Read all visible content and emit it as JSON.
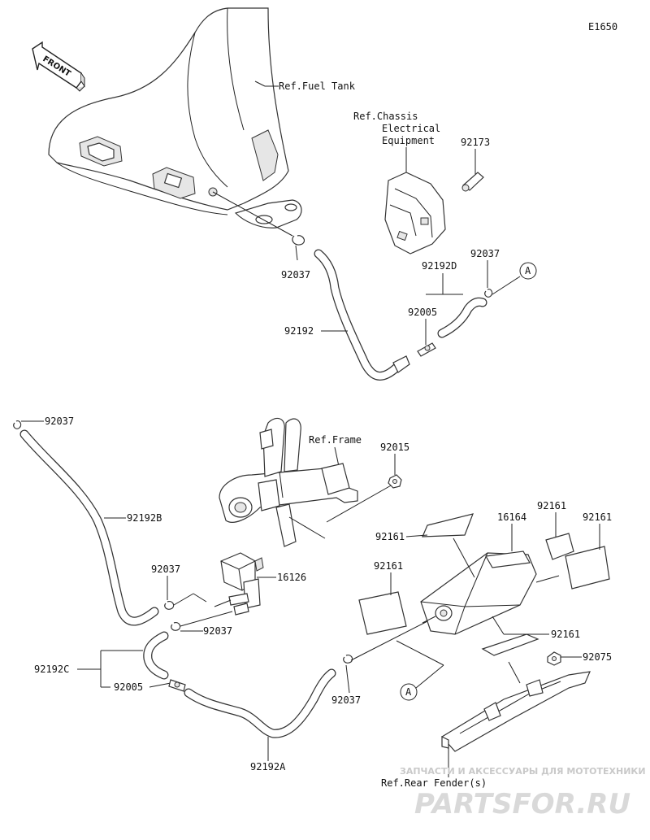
{
  "diagram_id": "E1650",
  "front_label": "FRONT",
  "refs": {
    "fuel_tank": "Ref.Fuel Tank",
    "chassis_line1": "Ref.Chassis",
    "chassis_line2": "Electrical",
    "chassis_line3": "Equipment",
    "frame": "Ref.Frame",
    "rear_fender": "Ref.Rear Fender(s)"
  },
  "parts": {
    "p92173": "92173",
    "p92037_a": "92037",
    "p92192d": "92192D",
    "p92037_b": "92037",
    "p92005_a": "92005",
    "p92192": "92192",
    "p92037_c": "92037",
    "p92192b": "92192B",
    "p92015": "92015",
    "p16164": "16164",
    "p92161_a": "92161",
    "p92161_b": "92161",
    "p92161_c": "92161",
    "p92161_d": "92161",
    "p92161_e": "92161",
    "p92037_d": "92037",
    "p16126": "16126",
    "p92037_e": "92037",
    "p92192c": "92192C",
    "p92005_b": "92005",
    "p92037_f": "92037",
    "p92192a": "92192A",
    "p92075": "92075"
  },
  "callouts": {
    "a_top": "A",
    "a_bottom": "A"
  },
  "watermark": {
    "line1": "ЗАПЧАСТИ И АКСЕССУАРЫ ДЛЯ МОТОТЕХНИКИ",
    "line2": "PARTSFOR.RU"
  }
}
